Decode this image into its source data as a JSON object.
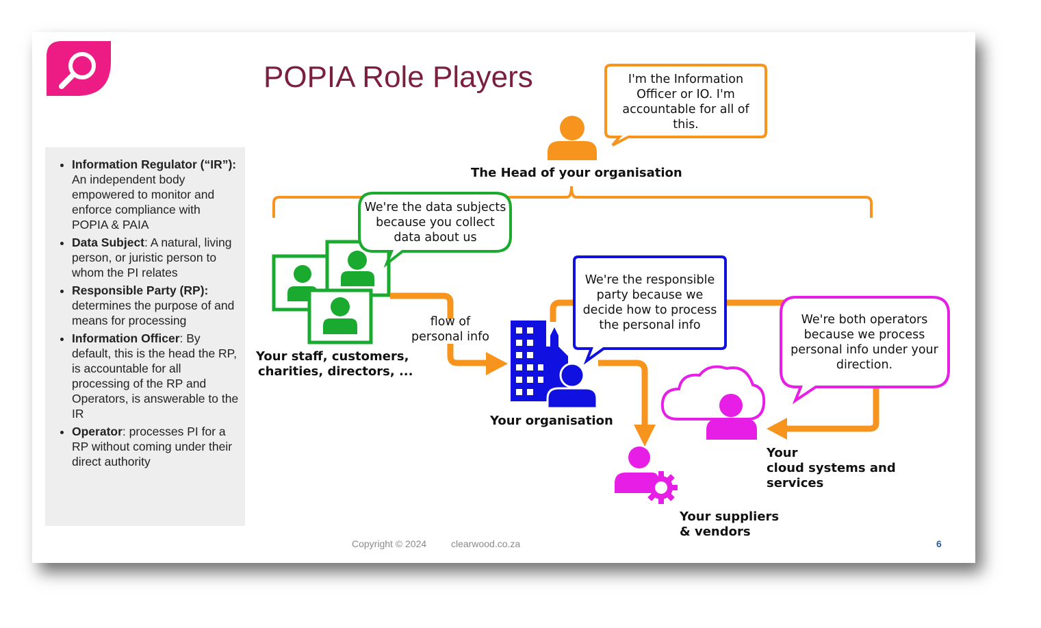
{
  "slide": {
    "title": "POPIA Role Players",
    "page_number": "6",
    "footer": {
      "copyright": "Copyright © 2024",
      "website": "clearwood.co.za"
    }
  },
  "logo": {
    "icon": "magnifier-icon",
    "color": "#ec1c84"
  },
  "sidebar": {
    "items": [
      {
        "term": "Information Regulator (“IR”):",
        "text": " An independent body empowered to monitor and enforce compliance with POPIA & PAIA"
      },
      {
        "term": "Data Subject",
        "text": ": A natural, living person, or juristic person to whom the PI relates"
      },
      {
        "term": "Responsible Party (RP):",
        "text": " determines the purpose of and means for processing"
      },
      {
        "term": "Information Officer",
        "text": ": By default, this is the head the RP, is accountable for all processing of the RP and Operators, is answerable to the IR"
      },
      {
        "term": "Operator",
        "text": ": processes PI for a RP without coming under their direct authority"
      }
    ]
  },
  "diagram": {
    "head": {
      "label": "The Head of your organisation",
      "bubble": "I'm the Information Officer or IO. I'm accountable for all of this."
    },
    "data_subjects": {
      "label_line1": "Your staff, customers,",
      "label_line2": "charities, directors, ...",
      "bubble": "We're the data subjects because you collect data about us"
    },
    "flow_label_line1": "flow of",
    "flow_label_line2": "personal info",
    "organisation": {
      "label": "Your organisation",
      "bubble": "We're the responsible party because we decide how to process the personal info"
    },
    "cloud": {
      "label_line1": "Your",
      "label_line2": "cloud systems and",
      "label_line3": "services",
      "bubble": "We're both operators because we process personal info under your direction."
    },
    "suppliers": {
      "label_line1": "Your suppliers",
      "label_line2": "& vendors"
    },
    "colors": {
      "orange": "#f7941d",
      "green": "#1aaa2f",
      "blue": "#1010e0",
      "magenta": "#e61ee6",
      "maroon": "#7a1f3d"
    }
  }
}
